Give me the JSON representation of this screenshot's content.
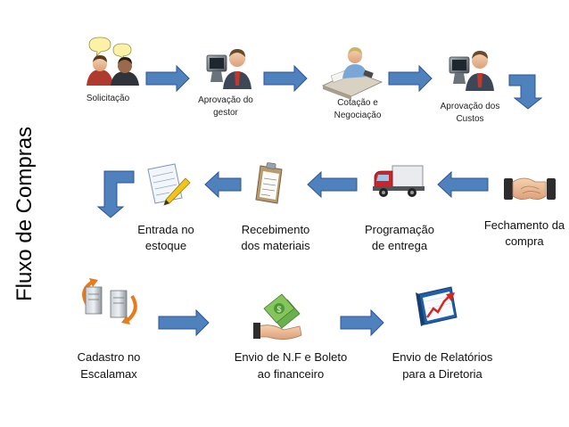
{
  "title": "Fluxo de Compras",
  "colors": {
    "arrow_fill": "#4f81bd",
    "arrow_stroke": "#2f5496"
  },
  "row1": [
    {
      "icon": "people-chat-icon",
      "lines": [
        "Solicitação"
      ]
    },
    {
      "icon": "computer-user-icon",
      "lines": [
        "Aprovação do",
        "gestor"
      ]
    },
    {
      "icon": "desk-worker-icon",
      "lines": [
        "Cotação e",
        "Negociação"
      ]
    },
    {
      "icon": "computer-user-icon",
      "lines": [
        "Aprovação dos",
        "Custos"
      ]
    }
  ],
  "row2": [
    {
      "icon": "handshake-icon",
      "lines": [
        "Fechamento da",
        "compra"
      ]
    },
    {
      "icon": "delivery-truck-icon",
      "lines": [
        "Programação",
        "de entrega"
      ]
    },
    {
      "icon": "clipboard-icon",
      "lines": [
        "Recebimento",
        "dos materiais"
      ]
    },
    {
      "icon": "document-pencil-icon",
      "lines": [
        "Entrada no",
        "estoque"
      ]
    }
  ],
  "row3": [
    {
      "icon": "server-sync-icon",
      "lines": [
        "Cadastro no",
        "Escalamax"
      ]
    },
    {
      "icon": "money-hand-icon",
      "lines": [
        "Envio de N.F e Boleto",
        "ao financeiro"
      ]
    },
    {
      "icon": "growth-chart-icon",
      "lines": [
        "Envio de Relatórios",
        "para a Diretoria"
      ]
    }
  ]
}
